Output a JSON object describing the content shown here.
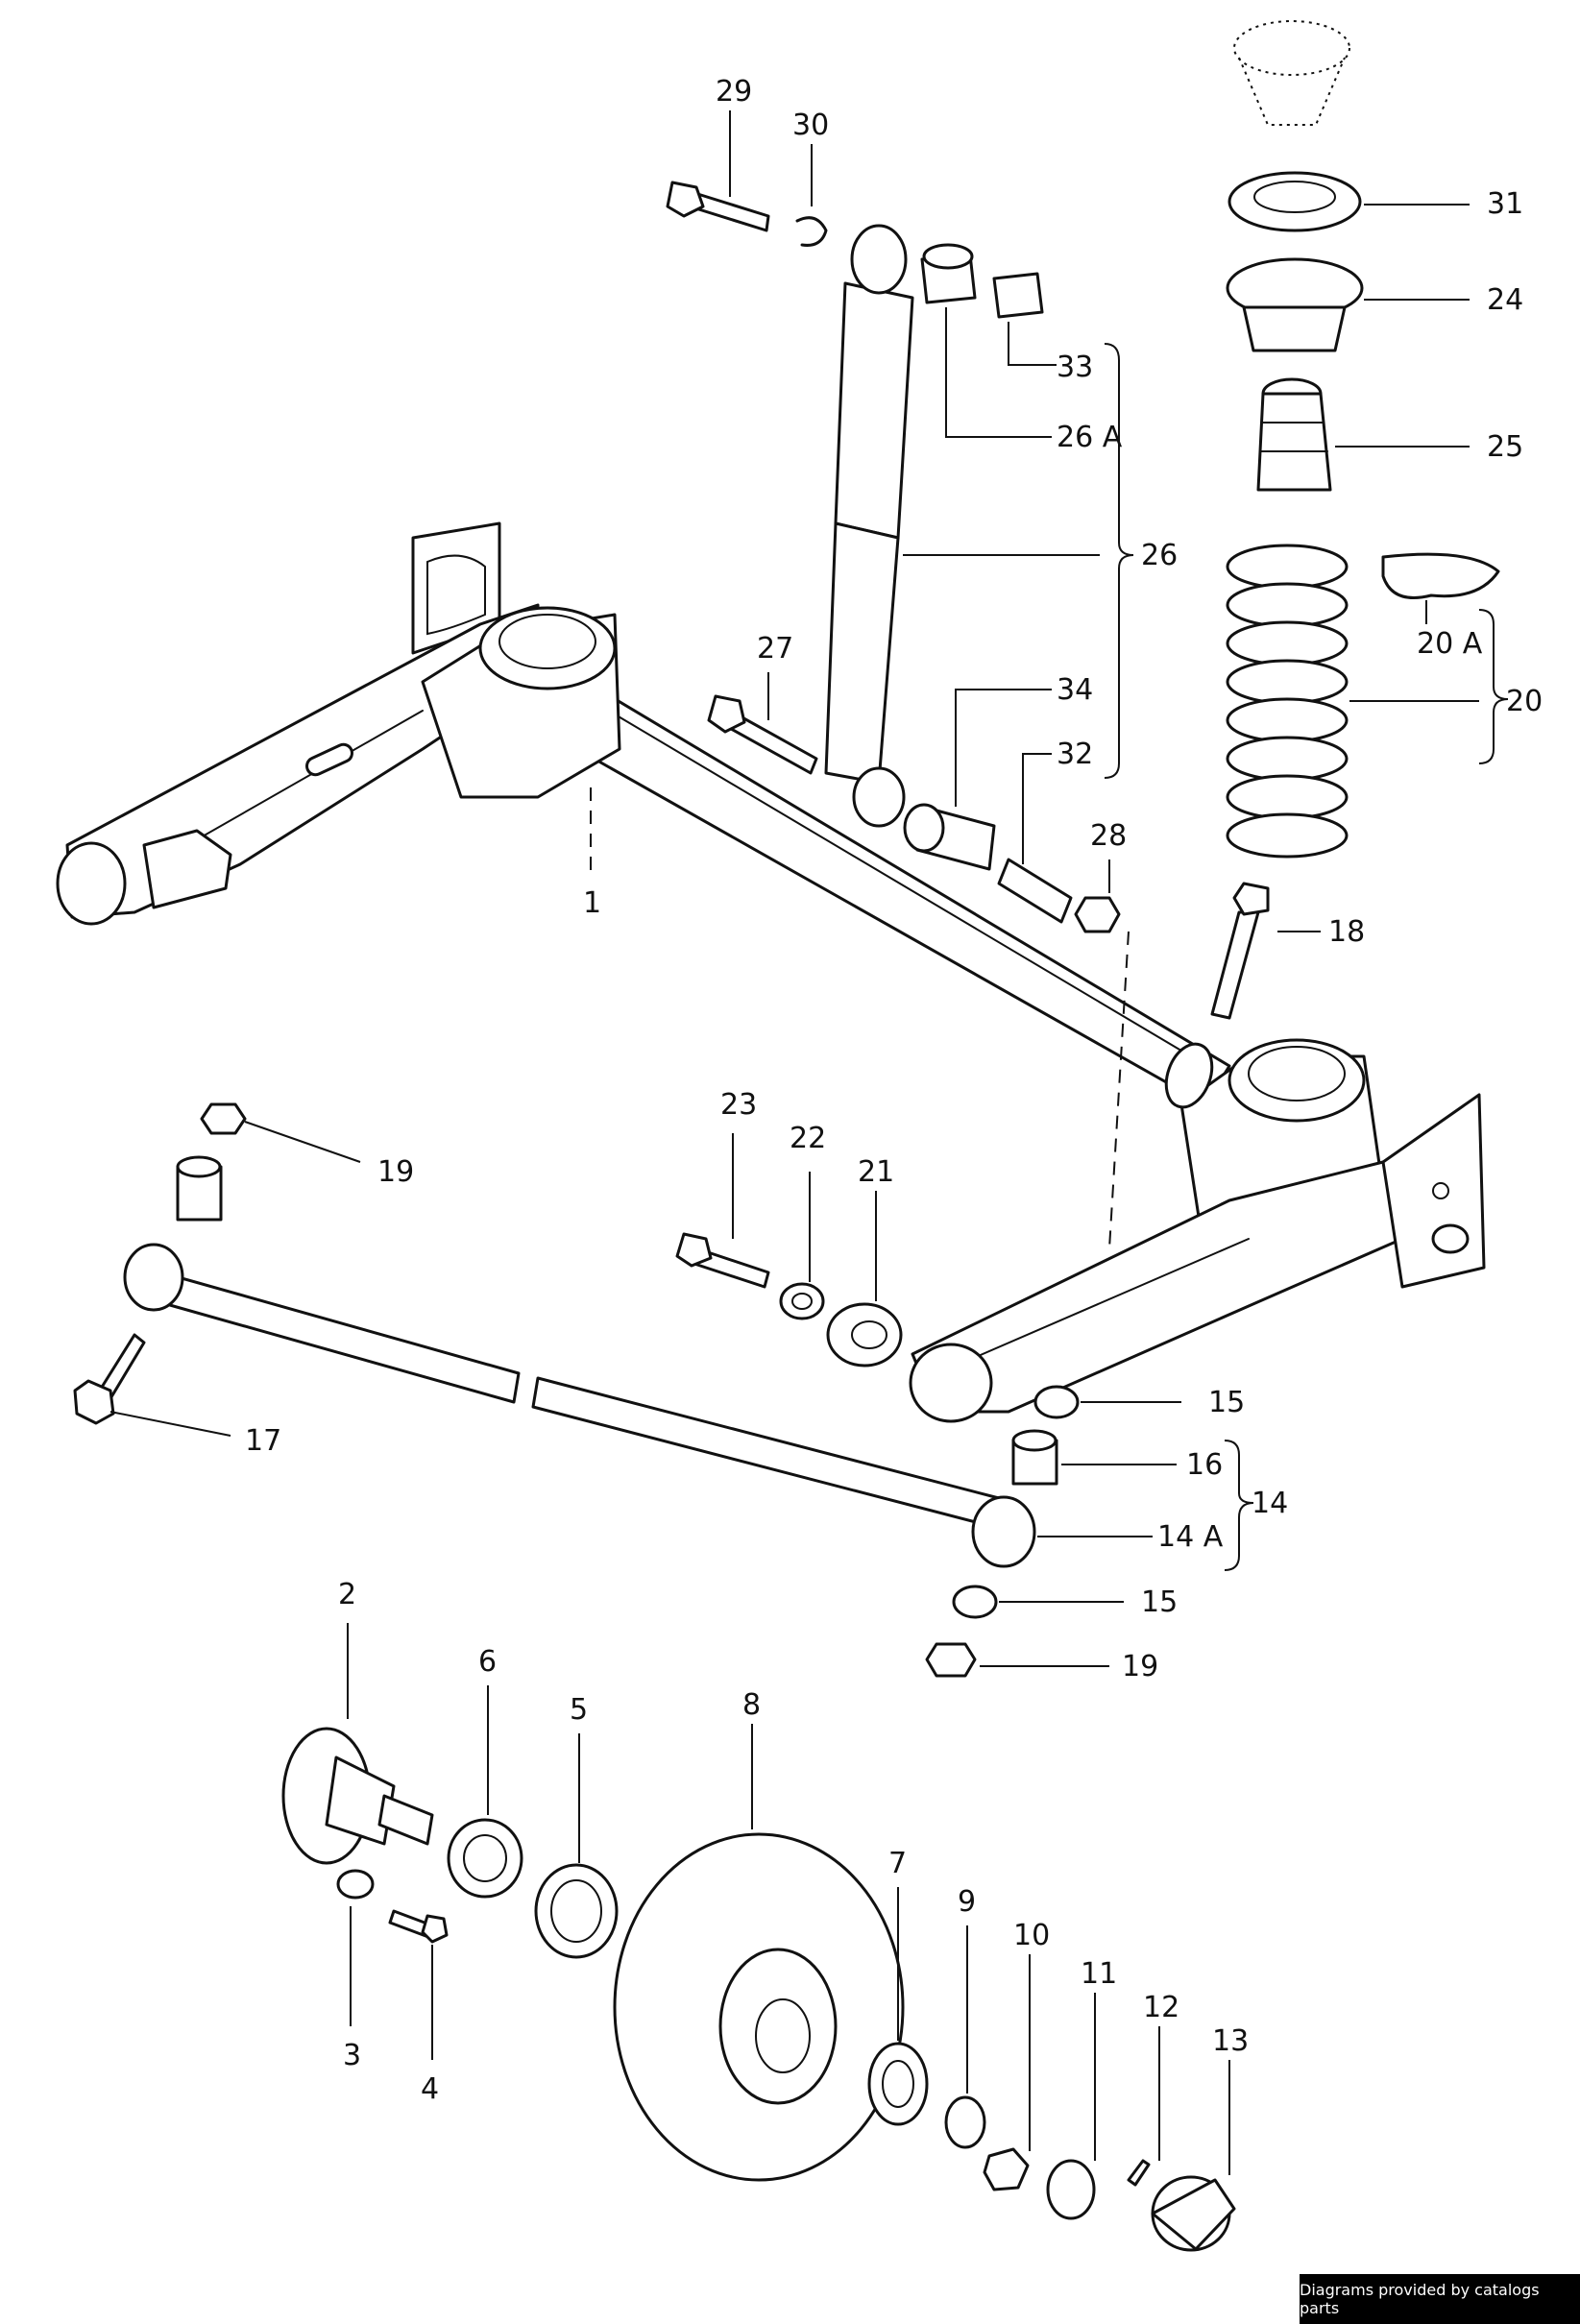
{
  "labels": [
    {
      "id": "1",
      "text": "1"
    },
    {
      "id": "2",
      "text": "2"
    },
    {
      "id": "3",
      "text": "3"
    },
    {
      "id": "4",
      "text": "4"
    },
    {
      "id": "5",
      "text": "5"
    },
    {
      "id": "6",
      "text": "6"
    },
    {
      "id": "7",
      "text": "7"
    },
    {
      "id": "8",
      "text": "8"
    },
    {
      "id": "9",
      "text": "9"
    },
    {
      "id": "10",
      "text": "10"
    },
    {
      "id": "11",
      "text": "11"
    },
    {
      "id": "12",
      "text": "12"
    },
    {
      "id": "13",
      "text": "13"
    },
    {
      "id": "14",
      "text": "14"
    },
    {
      "id": "14A",
      "text": "14 A"
    },
    {
      "id": "15a",
      "text": "15"
    },
    {
      "id": "15b",
      "text": "15"
    },
    {
      "id": "16",
      "text": "16"
    },
    {
      "id": "17",
      "text": "17"
    },
    {
      "id": "18",
      "text": "18"
    },
    {
      "id": "19a",
      "text": "19"
    },
    {
      "id": "19b",
      "text": "19"
    },
    {
      "id": "20",
      "text": "20"
    },
    {
      "id": "20A",
      "text": "20 A"
    },
    {
      "id": "21",
      "text": "21"
    },
    {
      "id": "22",
      "text": "22"
    },
    {
      "id": "23",
      "text": "23"
    },
    {
      "id": "24",
      "text": "24"
    },
    {
      "id": "25",
      "text": "25"
    },
    {
      "id": "26",
      "text": "26"
    },
    {
      "id": "26A",
      "text": "26 A"
    },
    {
      "id": "27",
      "text": "27"
    },
    {
      "id": "28",
      "text": "28"
    },
    {
      "id": "29",
      "text": "29"
    },
    {
      "id": "30",
      "text": "30"
    },
    {
      "id": "31",
      "text": "31"
    },
    {
      "id": "32",
      "text": "32"
    },
    {
      "id": "33",
      "text": "33"
    },
    {
      "id": "34",
      "text": "34"
    }
  ],
  "credit": "Diagrams provided by catalogs parts"
}
